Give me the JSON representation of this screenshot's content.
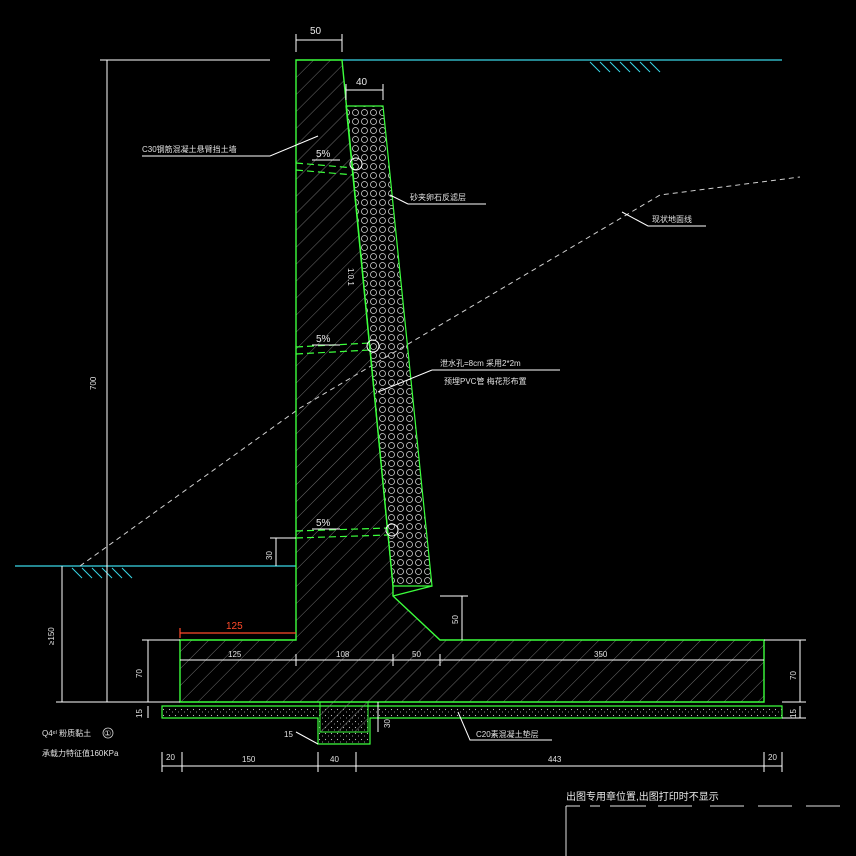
{
  "labels": {
    "wall_material": "C30钢筋混凝土悬臂挡土墙",
    "filter_layer": "砂夹卵石反滤层",
    "ground_line": "现状地面线",
    "drain_hole_1": "泄水孔=8cm 采用2*2m",
    "drain_hole_2": "预埋PVC管 梅花形布置",
    "cushion": "C20素混凝土垫层",
    "slope_1": "5%",
    "slope_2": "5%",
    "slope_3": "5%",
    "batter": "1:0.1",
    "soil": "Q4ᵉˡ  粉质黏土",
    "soil_circle": "①",
    "bearing": "承载力特征值160KPa",
    "note": "出图专用章位置,出图打印时不显示"
  },
  "dimensions": {
    "top_width": "50",
    "filter_width": "40",
    "height": "700",
    "embed_depth": "≥150",
    "footing_height_left": "70",
    "footing_height_right": "70",
    "cushion_left": "15",
    "cushion_right": "15",
    "toe_top": "125",
    "toe": "125",
    "stem_base": "108",
    "heel_haunch": "50",
    "heel": "350",
    "haunch_height": "50",
    "weep_offset": "30",
    "key_depth": "30",
    "key_15": "15",
    "bottom_left": "20",
    "bottom_150": "150",
    "bottom_40": "40",
    "bottom_443": "443",
    "bottom_right": "20"
  },
  "colors": {
    "structure": "#3cff3c",
    "water_line": "#3ad7e6",
    "dimension": "#ffffff",
    "highlight": "#ff4a2a"
  }
}
